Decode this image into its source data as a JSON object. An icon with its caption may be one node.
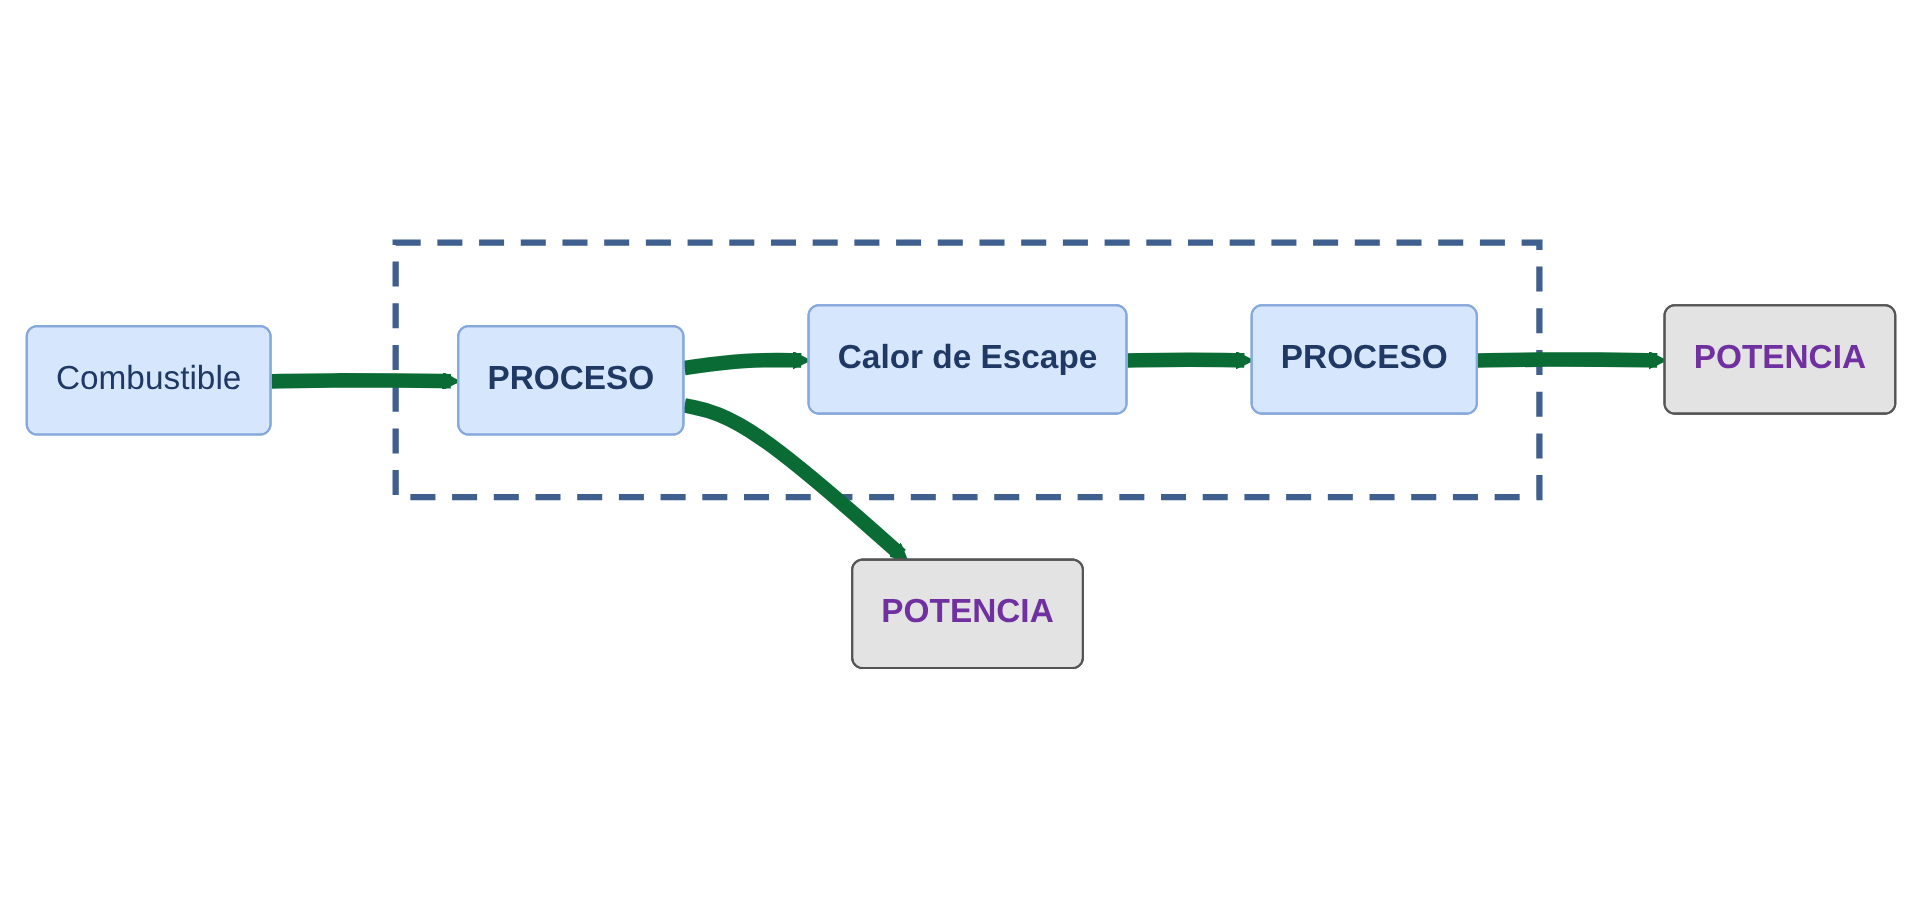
{
  "diagram": {
    "nodes": [
      {
        "text": [],
        "shape": "box"
      },
      {
        "text": [
          "Combustible"
        ]
      },
      {
        "text": [
          "PROCESO"
        ],
        "in": 0
      },
      {
        "text": [
          "POTENCIA"
        ]
      },
      {
        "text": [
          "Calor de Escape"
        ],
        "in": 0
      },
      {
        "text": [
          "PROCESO"
        ],
        "in": 0
      },
      {
        "text": [
          "POTENCIA"
        ]
      }
    ],
    "edges": [
      {
        "from": 1,
        "to": 2,
        "arrow": "to"
      },
      {
        "from": 2,
        "to": 3,
        "arrow": "to"
      },
      {
        "from": 2,
        "to": 4,
        "arrow": "to"
      },
      {
        "from": 4,
        "to": 5,
        "arrow": "to"
      },
      {
        "from": 5,
        "to": 6,
        "arrow": "to"
      }
    ]
  }
}
